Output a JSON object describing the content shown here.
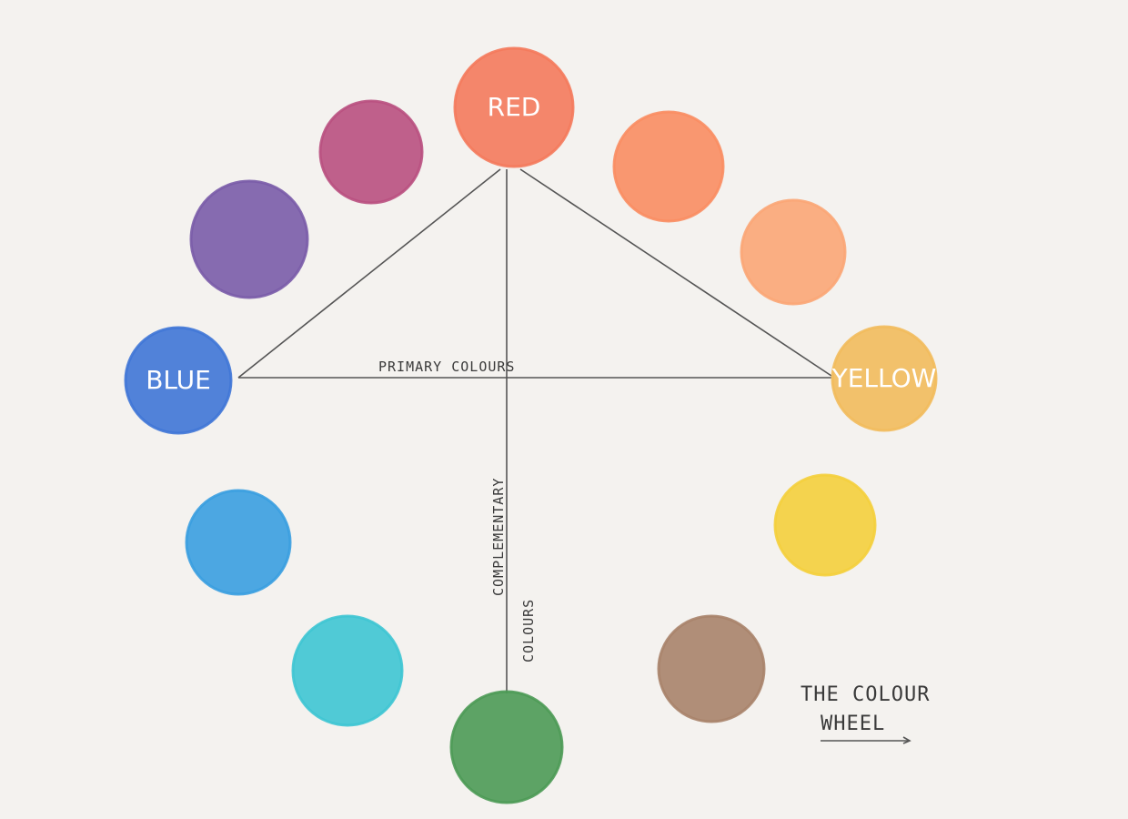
{
  "title": {
    "line1": "THE COLOUR",
    "line2": "WHEEL"
  },
  "axis_labels": {
    "primary": "PRIMARY COLOURS",
    "complementary_line1": "COMPLEMENTARY",
    "complementary_line2": "COLOURS"
  },
  "line_color": "#555555",
  "swatches": [
    {
      "id": "red",
      "label": "RED",
      "color": "#f47a5c"
    },
    {
      "id": "red-orange",
      "label": "",
      "color": "#f98d62"
    },
    {
      "id": "orange",
      "label": "",
      "color": "#fba676"
    },
    {
      "id": "yellow",
      "label": "YELLOW",
      "color": "#f2bb5c"
    },
    {
      "id": "golden-yellow",
      "label": "",
      "color": "#f4cf3c"
    },
    {
      "id": "brown",
      "label": "",
      "color": "#a8836a"
    },
    {
      "id": "green",
      "label": "",
      "color": "#4c9a55"
    },
    {
      "id": "cyan",
      "label": "",
      "color": "#3ec5d3"
    },
    {
      "id": "light-blue",
      "label": "",
      "color": "#3a9ee0"
    },
    {
      "id": "blue",
      "label": "BLUE",
      "color": "#3f76d6"
    },
    {
      "id": "purple",
      "label": "",
      "color": "#7a5ca8"
    },
    {
      "id": "magenta",
      "label": "",
      "color": "#b9507f"
    }
  ]
}
